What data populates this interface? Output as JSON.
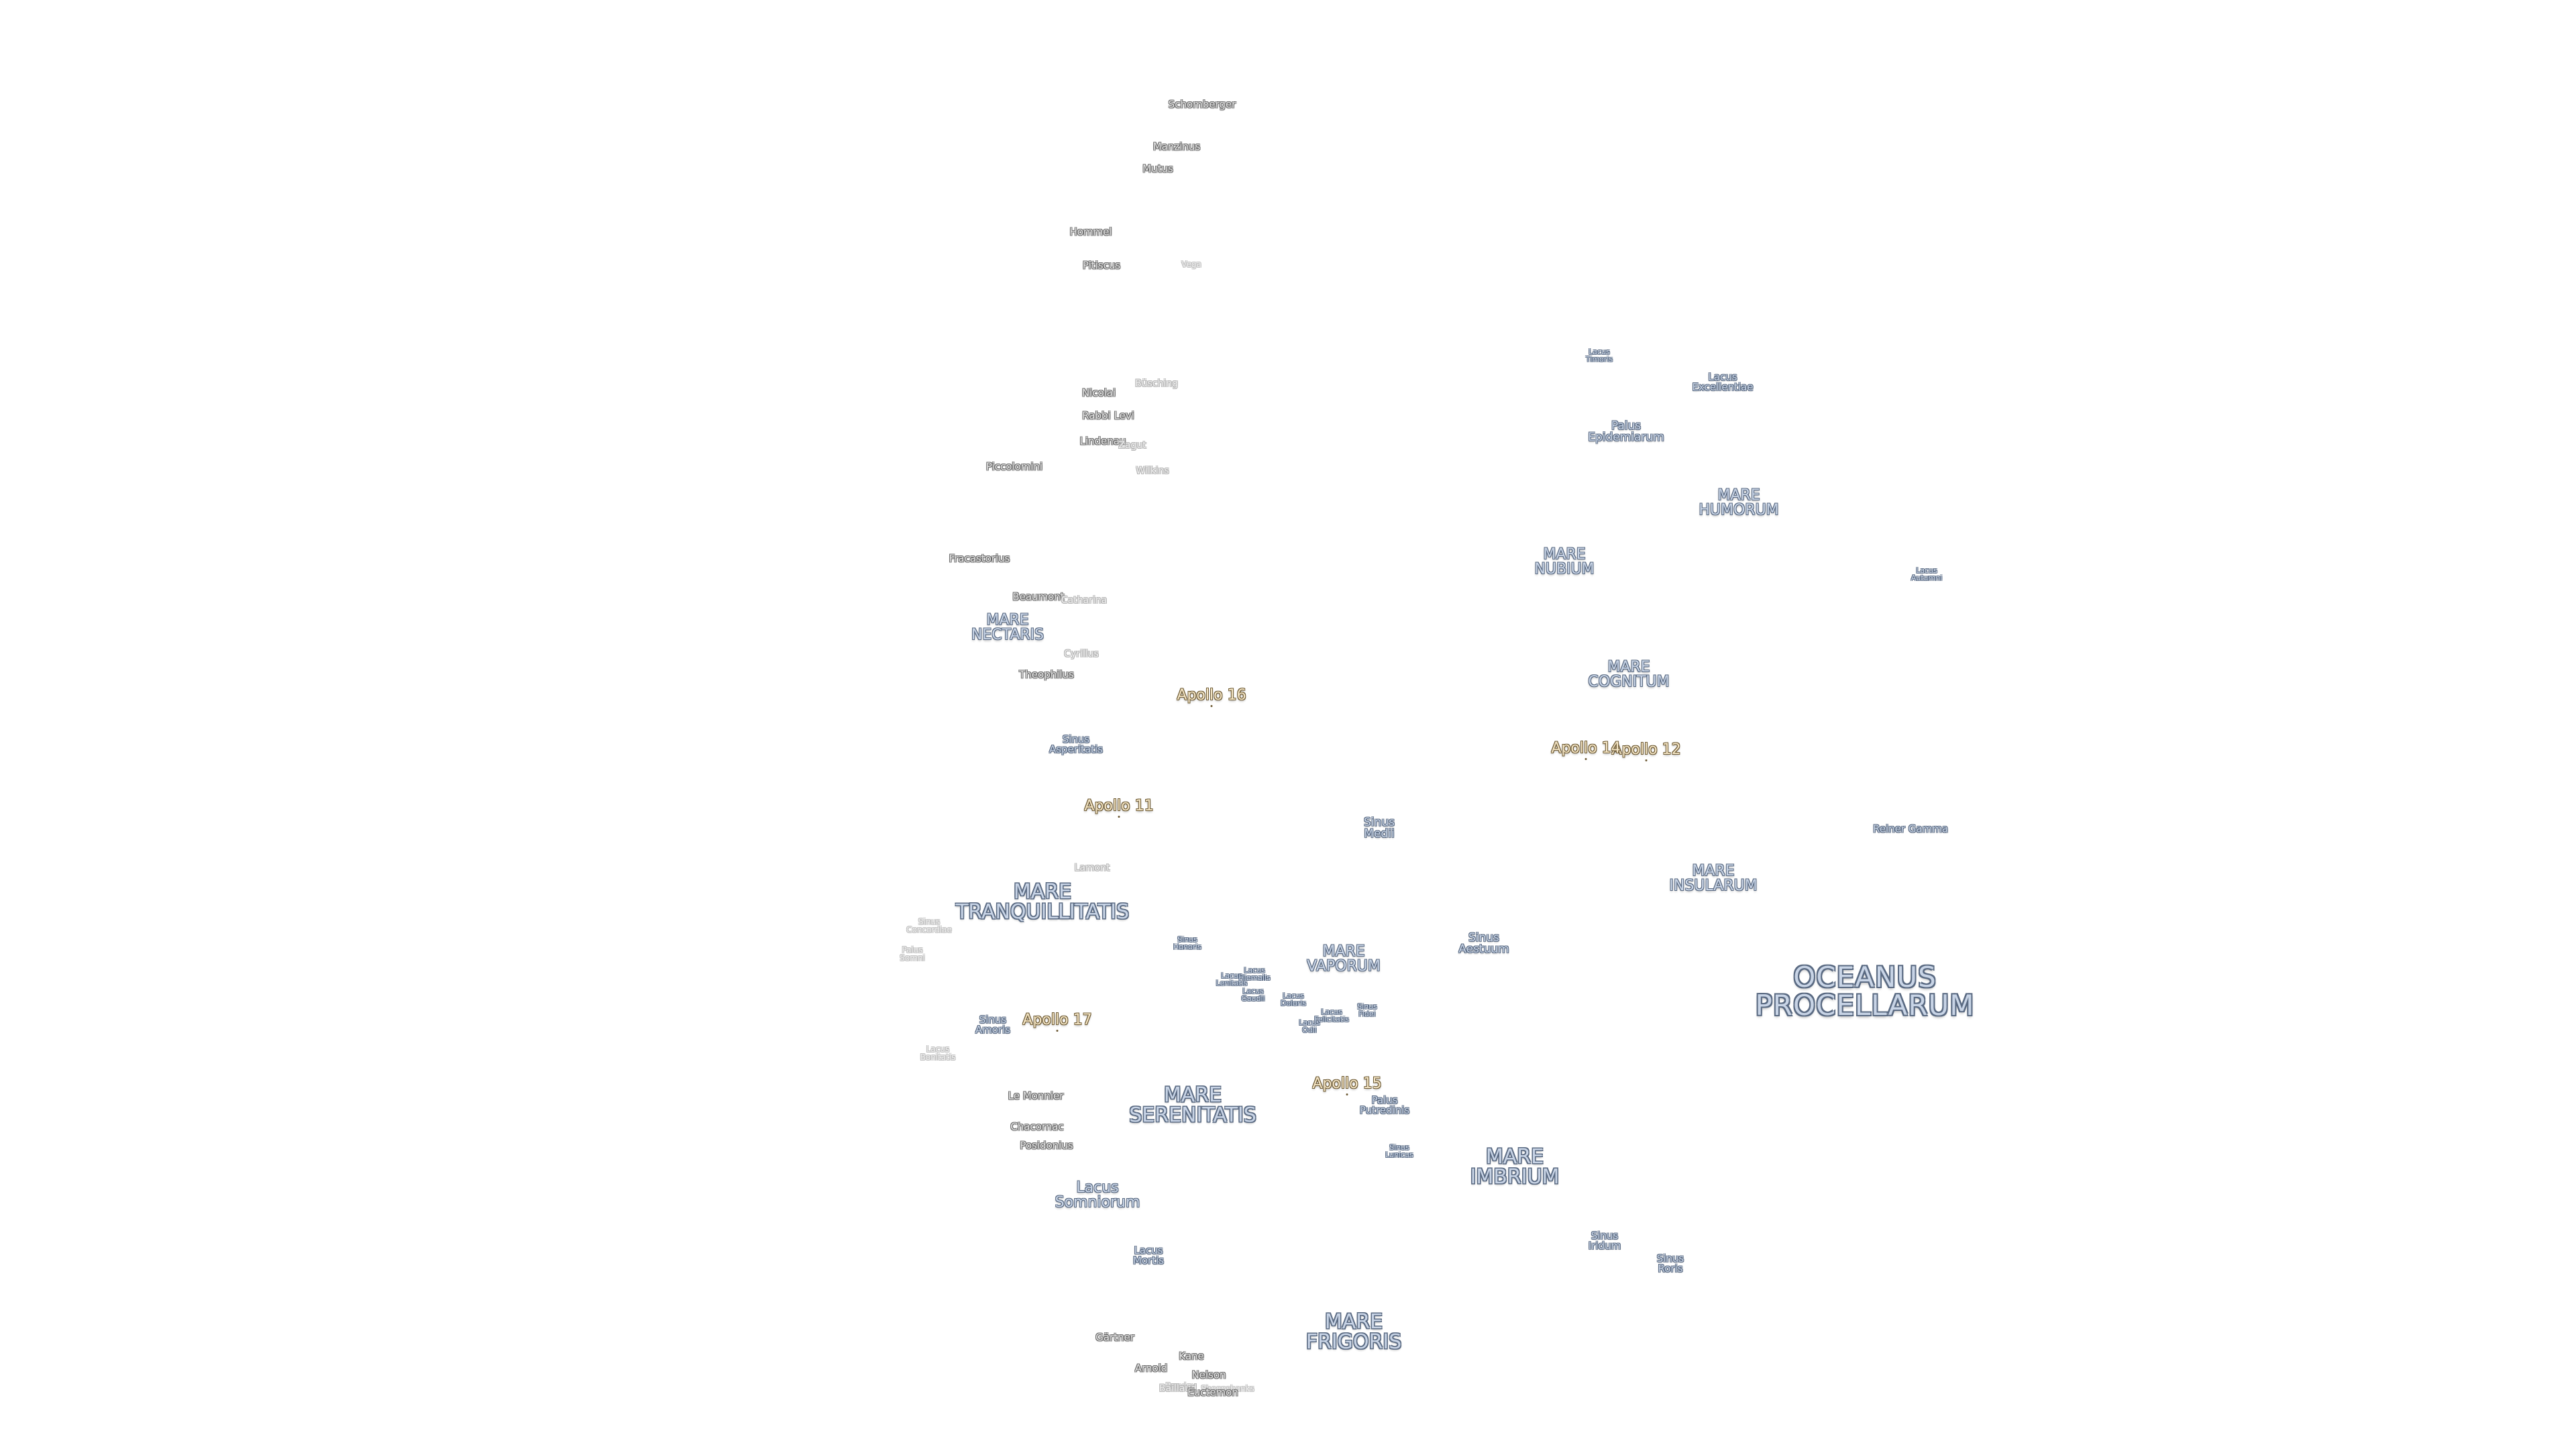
{
  "labels": [
    {
      "id": "oceanus-procellarum",
      "kind": "ocean",
      "lines": [
        "OCEANUS",
        "PROCELLARUM"
      ]
    },
    {
      "id": "mare-tranquillitatis",
      "kind": "mare-lg",
      "lines": [
        "MARE",
        "TRANQUILLITATIS"
      ]
    },
    {
      "id": "mare-serenitatis",
      "kind": "mare-lg",
      "lines": [
        "MARE",
        "SERENITATIS"
      ]
    },
    {
      "id": "mare-imbrium",
      "kind": "mare-lg",
      "lines": [
        "MARE",
        "IMBRIUM"
      ]
    },
    {
      "id": "mare-frigoris",
      "kind": "mare-lg",
      "lines": [
        "MARE",
        "FRIGORIS"
      ]
    },
    {
      "id": "mare-nubium",
      "kind": "mare-md",
      "lines": [
        "MARE",
        "NUBIUM"
      ]
    },
    {
      "id": "mare-humorum",
      "kind": "mare-md",
      "lines": [
        "MARE",
        "HUMORUM"
      ]
    },
    {
      "id": "mare-cognitum",
      "kind": "mare-md",
      "lines": [
        "MARE",
        "COGNITUM"
      ]
    },
    {
      "id": "mare-insularum",
      "kind": "mare-md",
      "lines": [
        "MARE",
        "INSULARUM"
      ]
    },
    {
      "id": "mare-nectaris",
      "kind": "mare-md",
      "lines": [
        "MARE",
        "NECTARIS"
      ]
    },
    {
      "id": "mare-vaporum",
      "kind": "mare-md",
      "lines": [
        "MARE",
        "VAPORUM"
      ]
    },
    {
      "id": "lacus-somniorum",
      "kind": "mare-md",
      "lines": [
        "Lacus",
        "Somniorum"
      ]
    },
    {
      "id": "palus-epidemiarum",
      "kind": "mare-sm",
      "lines": [
        "Palus",
        "Epidemiarum"
      ]
    },
    {
      "id": "sinus-aestuum",
      "kind": "mare-sm",
      "lines": [
        "Sinus",
        "Aestuum"
      ]
    },
    {
      "id": "sinus-medii",
      "kind": "mare-sm",
      "lines": [
        "Sinus",
        "Medii"
      ]
    },
    {
      "id": "sinus-asperitatis",
      "kind": "sinus",
      "lines": [
        "Sinus",
        "Asperitatis"
      ]
    },
    {
      "id": "sinus-amoris",
      "kind": "sinus",
      "lines": [
        "Sinus",
        "Amoris"
      ]
    },
    {
      "id": "sinus-iridum",
      "kind": "sinus",
      "lines": [
        "Sinus",
        "Iridum"
      ]
    },
    {
      "id": "sinus-roris",
      "kind": "sinus",
      "lines": [
        "Sinus",
        "Roris"
      ]
    },
    {
      "id": "palus-putredinis",
      "kind": "sinus",
      "lines": [
        "Palus",
        "Putredinis"
      ]
    },
    {
      "id": "lacus-mortis",
      "kind": "sinus",
      "lines": [
        "Lacus",
        "Mortis"
      ]
    },
    {
      "id": "lacus-timoris",
      "kind": "tiny",
      "lines": [
        "Lacus",
        "Timoris"
      ]
    },
    {
      "id": "lacus-excellentiae",
      "kind": "sinus",
      "lines": [
        "Lacus",
        "Excellentiae"
      ]
    },
    {
      "id": "lacus-autumni",
      "kind": "tiny",
      "lines": [
        "Lacus",
        "Autumni"
      ]
    },
    {
      "id": "sinus-honoris",
      "kind": "tiny",
      "lines": [
        "Sinus",
        "Honoris"
      ]
    },
    {
      "id": "lacus-lenitatis",
      "kind": "tiny",
      "lines": [
        "Lacus",
        "Lenitatis"
      ]
    },
    {
      "id": "lacus-hiemalis",
      "kind": "tiny",
      "lines": [
        "Lacus",
        "Hiemalis"
      ]
    },
    {
      "id": "lacus-gaudii",
      "kind": "tiny",
      "lines": [
        "Lacus",
        "Gaudii"
      ]
    },
    {
      "id": "lacus-doloris",
      "kind": "tiny",
      "lines": [
        "Lacus",
        "Doloris"
      ]
    },
    {
      "id": "lacus-odii",
      "kind": "tiny",
      "lines": [
        "Lacus",
        "Odii"
      ]
    },
    {
      "id": "lacus-felicitatis",
      "kind": "tiny",
      "lines": [
        "Lacus",
        "Felicitatis"
      ]
    },
    {
      "id": "sinus-fidei",
      "kind": "tiny",
      "lines": [
        "Sinus",
        "Fidei"
      ]
    },
    {
      "id": "sinus-lunicus",
      "kind": "tiny",
      "lines": [
        "Sinus",
        "Lunicus"
      ]
    },
    {
      "id": "sinus-concordiae",
      "kind": "faint",
      "lines": [
        "Sinus",
        "Concordiae"
      ]
    },
    {
      "id": "palus-somni",
      "kind": "faint",
      "lines": [
        "Palus",
        "Somni"
      ]
    },
    {
      "id": "lacus-bonitatis",
      "kind": "faint",
      "lines": [
        "Lacus",
        "Bonitatis"
      ]
    },
    {
      "id": "apollo-11",
      "kind": "apollo",
      "lines": [
        "Apollo 11"
      ]
    },
    {
      "id": "apollo-12",
      "kind": "apollo",
      "lines": [
        "Apollo 12"
      ]
    },
    {
      "id": "apollo-14",
      "kind": "apollo",
      "lines": [
        "Apollo 14"
      ]
    },
    {
      "id": "apollo-15",
      "kind": "apollo",
      "lines": [
        "Apollo 15"
      ]
    },
    {
      "id": "apollo-16",
      "kind": "apollo",
      "lines": [
        "Apollo 16"
      ]
    },
    {
      "id": "apollo-17",
      "kind": "apollo",
      "lines": [
        "Apollo 17"
      ]
    },
    {
      "id": "schomberger",
      "kind": "crater",
      "lines": [
        "Schomberger"
      ]
    },
    {
      "id": "manzinus",
      "kind": "crater",
      "lines": [
        "Manzinus"
      ]
    },
    {
      "id": "mutus",
      "kind": "crater",
      "lines": [
        "Mutus"
      ]
    },
    {
      "id": "hommel",
      "kind": "crater",
      "lines": [
        "Hommel"
      ]
    },
    {
      "id": "pitiscus",
      "kind": "crater",
      "lines": [
        "Pitiscus"
      ]
    },
    {
      "id": "vega",
      "kind": "faint",
      "lines": [
        "Vega"
      ]
    },
    {
      "id": "nicolai",
      "kind": "crater",
      "lines": [
        "Nicolai"
      ]
    },
    {
      "id": "buesching",
      "kind": "crater-faint",
      "lines": [
        "Büsching"
      ]
    },
    {
      "id": "rabbi-levi",
      "kind": "crater",
      "lines": [
        "Rabbi Levi"
      ]
    },
    {
      "id": "lindenau",
      "kind": "crater",
      "lines": [
        "Lindenau"
      ]
    },
    {
      "id": "zagut",
      "kind": "crater-faint",
      "lines": [
        "Zagut"
      ]
    },
    {
      "id": "wilkins",
      "kind": "crater-faint",
      "lines": [
        "Wilkins"
      ]
    },
    {
      "id": "piccolomini",
      "kind": "crater",
      "lines": [
        "Piccolomini"
      ]
    },
    {
      "id": "fracastorius",
      "kind": "crater",
      "lines": [
        "Fracastorius"
      ]
    },
    {
      "id": "beaumont",
      "kind": "crater",
      "lines": [
        "Beaumont"
      ]
    },
    {
      "id": "catharina",
      "kind": "crater-faint",
      "lines": [
        "Catharina"
      ]
    },
    {
      "id": "cyrillus",
      "kind": "crater-faint",
      "lines": [
        "Cyrillus"
      ]
    },
    {
      "id": "theophilus",
      "kind": "crater",
      "lines": [
        "Theophilus"
      ]
    },
    {
      "id": "lamont",
      "kind": "crater-faint",
      "lines": [
        "Lamont"
      ]
    },
    {
      "id": "le-monnier",
      "kind": "crater",
      "lines": [
        "Le Monnier"
      ]
    },
    {
      "id": "chacornac",
      "kind": "crater",
      "lines": [
        "Chacornac"
      ]
    },
    {
      "id": "posidonius",
      "kind": "crater",
      "lines": [
        "Posidonius"
      ]
    },
    {
      "id": "gaertner",
      "kind": "crater",
      "lines": [
        "Gärtner"
      ]
    },
    {
      "id": "arnold",
      "kind": "crater",
      "lines": [
        "Arnold"
      ]
    },
    {
      "id": "kane",
      "kind": "crater",
      "lines": [
        "Kane"
      ]
    },
    {
      "id": "nelson",
      "kind": "crater",
      "lines": [
        "Nelson"
      ]
    },
    {
      "id": "sheepshanks",
      "kind": "faint",
      "lines": [
        "Sheepshanks"
      ]
    },
    {
      "id": "brayley",
      "kind": "faint",
      "lines": [
        "Brayley"
      ]
    },
    {
      "id": "baillaud",
      "kind": "crater-faint",
      "lines": [
        "Baillaud"
      ]
    },
    {
      "id": "euctemon",
      "kind": "crater",
      "lines": [
        "Euctemon"
      ]
    },
    {
      "id": "reiner-gamma",
      "kind": "sinus",
      "lines": [
        "Reiner Gamma"
      ]
    }
  ]
}
